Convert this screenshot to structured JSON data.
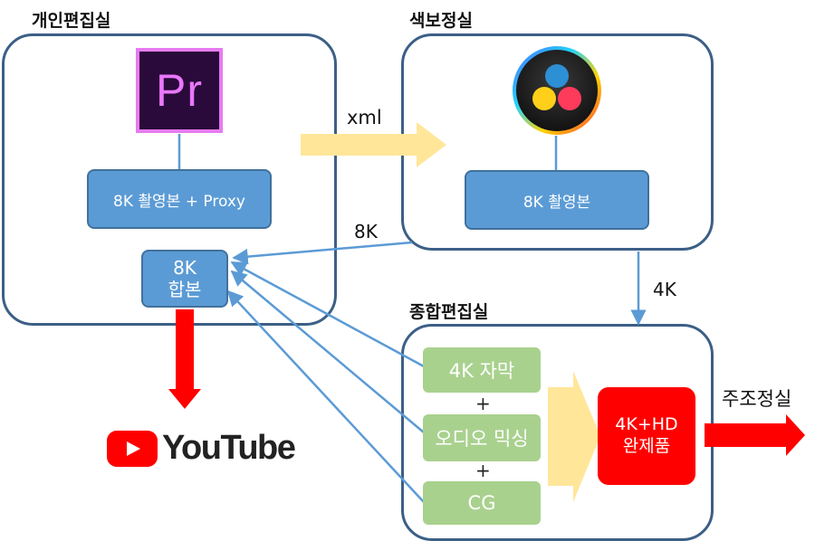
{
  "sections": {
    "personal_edit": "개인편집실",
    "color_grading": "색보정실",
    "integrated_edit": "종합편집실"
  },
  "apps": {
    "premiere": {
      "icon": "adobe-premiere-pro-icon",
      "text": "Pr"
    },
    "davinci": {
      "icon": "davinci-resolve-icon"
    }
  },
  "boxes": {
    "proxy": "8K 촬영본 + Proxy",
    "master_line1": "8K",
    "master_line2": "합본",
    "color_footage": "8K 촬영본",
    "subtitle": "4K 자막",
    "audio_mix": "오디오 믹싱",
    "cg": "CG",
    "final_line1": "4K+HD",
    "final_line2": "완제품"
  },
  "labels": {
    "xml": "xml",
    "return_8k": "8K",
    "down_4k": "4K",
    "plus1": "+",
    "plus2": "+",
    "master_control": "주조정실"
  },
  "youtube": {
    "icon": "youtube-play-icon",
    "text": "YouTube"
  },
  "colors": {
    "panel_border": "#3c5f86",
    "blue_box": "#5b9bd5",
    "green_box": "#a9d18e",
    "red": "#ff0000",
    "yellow_arrow": "#ffe699",
    "connector": "#5b9bd5"
  }
}
